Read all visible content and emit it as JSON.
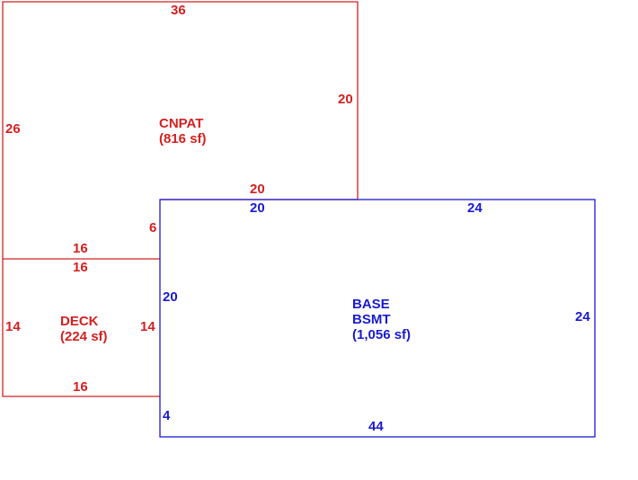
{
  "colors": {
    "other_area": "#d42020",
    "living_area": "#1a1ad0"
  },
  "areas": {
    "cnpat": {
      "code": "CNPAT",
      "size": "(816 sf)",
      "dims": {
        "top": "36",
        "left": "26",
        "right": "20",
        "bottom": "20",
        "inner_step": "6"
      }
    },
    "deck": {
      "code": "DECK",
      "size": "(224 sf)",
      "dims": {
        "top_outer": "16",
        "top_inner": "16",
        "left": "14",
        "right": "14",
        "bottom": "16"
      }
    },
    "base": {
      "code": "BASE",
      "subcode": "BSMT",
      "size": "(1,056 sf)",
      "dims": {
        "top_left": "20",
        "top_right": "24",
        "left": "20",
        "right": "24",
        "bottom": "44",
        "bottom_step": "4"
      }
    }
  }
}
